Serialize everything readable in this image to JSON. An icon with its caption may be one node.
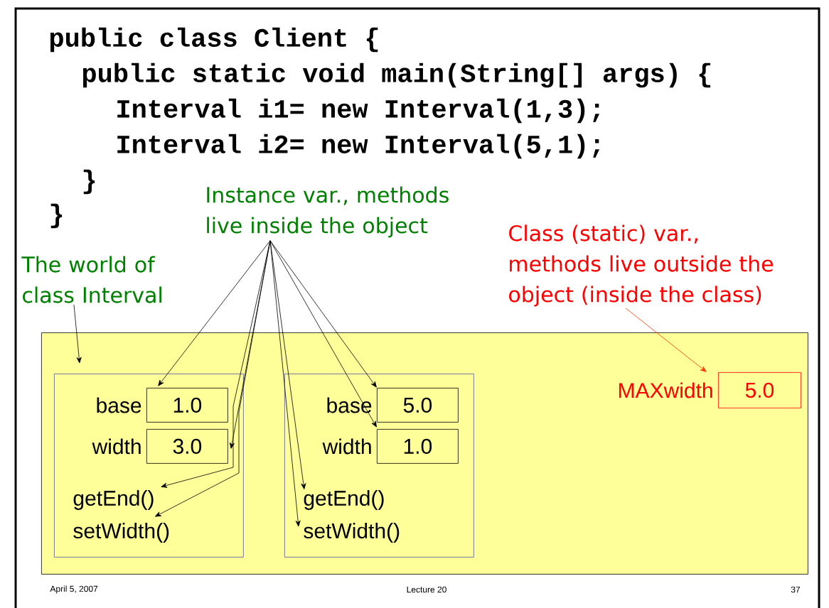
{
  "diagram": {
    "nodes": [
      {
        "text": [
          "Instance var., methods live inside the object"
        ]
      },
      {
        "text": [
          "The world of class Interval"
        ]
      },
      {
        "text": [
          "Class (static) var., methods live outside the object (inside the class)"
        ]
      },
      {
        "text": [],
        "shape": "box"
      },
      {
        "text": [],
        "shape": "box",
        "in": 3
      },
      {
        "text": [
          "1.0"
        ],
        "beside": [
          "base"
        ],
        "in": 4
      },
      {
        "text": [
          "3.0"
        ],
        "beside": [
          "width"
        ],
        "in": 4
      },
      {
        "text": [
          "getEnd()"
        ],
        "in": 4
      },
      {
        "text": [
          "setWidth()"
        ],
        "in": 4
      },
      {
        "text": [],
        "shape": "box",
        "in": 3
      },
      {
        "text": [
          "5.0"
        ],
        "beside": [
          "base"
        ],
        "in": 9
      },
      {
        "text": [
          "1.0"
        ],
        "beside": [
          "width"
        ],
        "in": 9
      },
      {
        "text": [
          "getEnd()"
        ],
        "in": 9
      },
      {
        "text": [
          "setWidth()"
        ],
        "in": 9
      },
      {
        "text": [
          "5.0"
        ],
        "beside": [
          "MAXwidth"
        ],
        "in": 3
      }
    ],
    "edges": [
      {
        "from": 0,
        "to": 5,
        "arrow": "to"
      },
      {
        "from": 0,
        "to": 6,
        "arrow": "to"
      },
      {
        "from": 0,
        "to": 7,
        "arrow": "to"
      },
      {
        "from": 0,
        "to": 8,
        "arrow": "to"
      },
      {
        "from": 0,
        "to": 10,
        "arrow": "to"
      },
      {
        "from": 0,
        "to": 11,
        "arrow": "to"
      },
      {
        "from": 0,
        "to": 12,
        "arrow": "to"
      },
      {
        "from": 0,
        "to": 13,
        "arrow": "to"
      },
      {
        "from": 1,
        "to": 3,
        "arrow": "to"
      },
      {
        "from": 2,
        "to": 14,
        "arrow": "to",
        "color": "#ff3300"
      }
    ],
    "labels": [
      "public class Client {",
      "public static void main(String[] args) {",
      "Interval i1= new Interval(1,3);",
      "Interval i2= new Interval(5,1);",
      "}",
      "}",
      "April 5, 2007",
      "Lecture 20",
      "37"
    ]
  }
}
